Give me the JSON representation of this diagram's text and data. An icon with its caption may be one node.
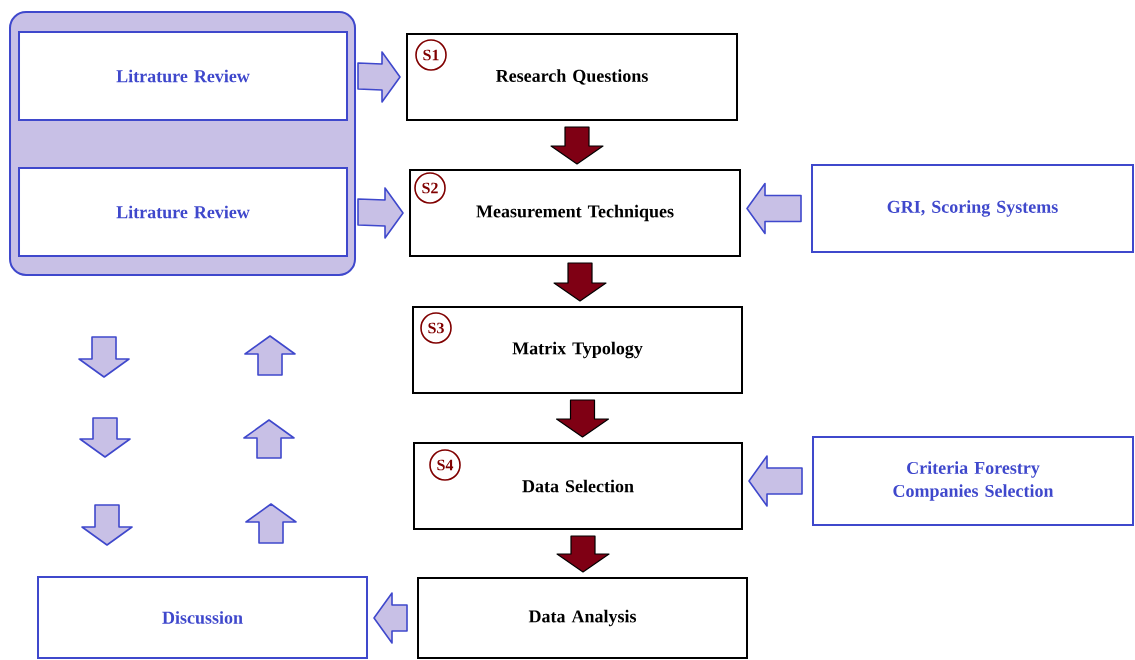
{
  "diagram": {
    "nodes": [
      {
        "text": [],
        "shape": "box"
      },
      {
        "text": [
          "Litrature Review"
        ],
        "in": 0
      },
      {
        "text": [
          "Litrature Review"
        ],
        "in": 0
      },
      {
        "text": [
          "Research Questions"
        ]
      },
      {
        "text": [
          "S1"
        ],
        "in": 3
      },
      {
        "text": [
          "Measurement Techniques"
        ]
      },
      {
        "text": [
          "S2"
        ],
        "in": 5
      },
      {
        "text": [
          "GRI, Scoring Systems"
        ]
      },
      {
        "text": [
          "Matrix Typology"
        ]
      },
      {
        "text": [
          "S3"
        ],
        "in": 8
      },
      {
        "text": [
          "Data Selection"
        ]
      },
      {
        "text": [
          "S4"
        ],
        "in": 10
      },
      {
        "text": [
          "Criteria Forestry Companies Selection"
        ]
      },
      {
        "text": [
          "Discussion"
        ]
      },
      {
        "text": [
          "Data Analysis"
        ]
      }
    ],
    "edges": [
      {
        "from": 1,
        "to": 3,
        "arrow": "to"
      },
      {
        "from": 2,
        "to": 5,
        "arrow": "to"
      },
      {
        "from": 3,
        "to": 5,
        "arrow": "to",
        "color": "#7f0014"
      },
      {
        "from": 7,
        "to": 5,
        "arrow": "to"
      },
      {
        "from": 5,
        "to": 8,
        "arrow": "to",
        "color": "#7f0014"
      },
      {
        "from": 8,
        "to": 10,
        "arrow": "to",
        "color": "#7f0014"
      },
      {
        "from": 12,
        "to": 10,
        "arrow": "to"
      },
      {
        "from": 10,
        "to": 14,
        "arrow": "to",
        "color": "#7f0014"
      },
      {
        "from": 14,
        "to": 13,
        "arrow": "to"
      }
    ]
  }
}
